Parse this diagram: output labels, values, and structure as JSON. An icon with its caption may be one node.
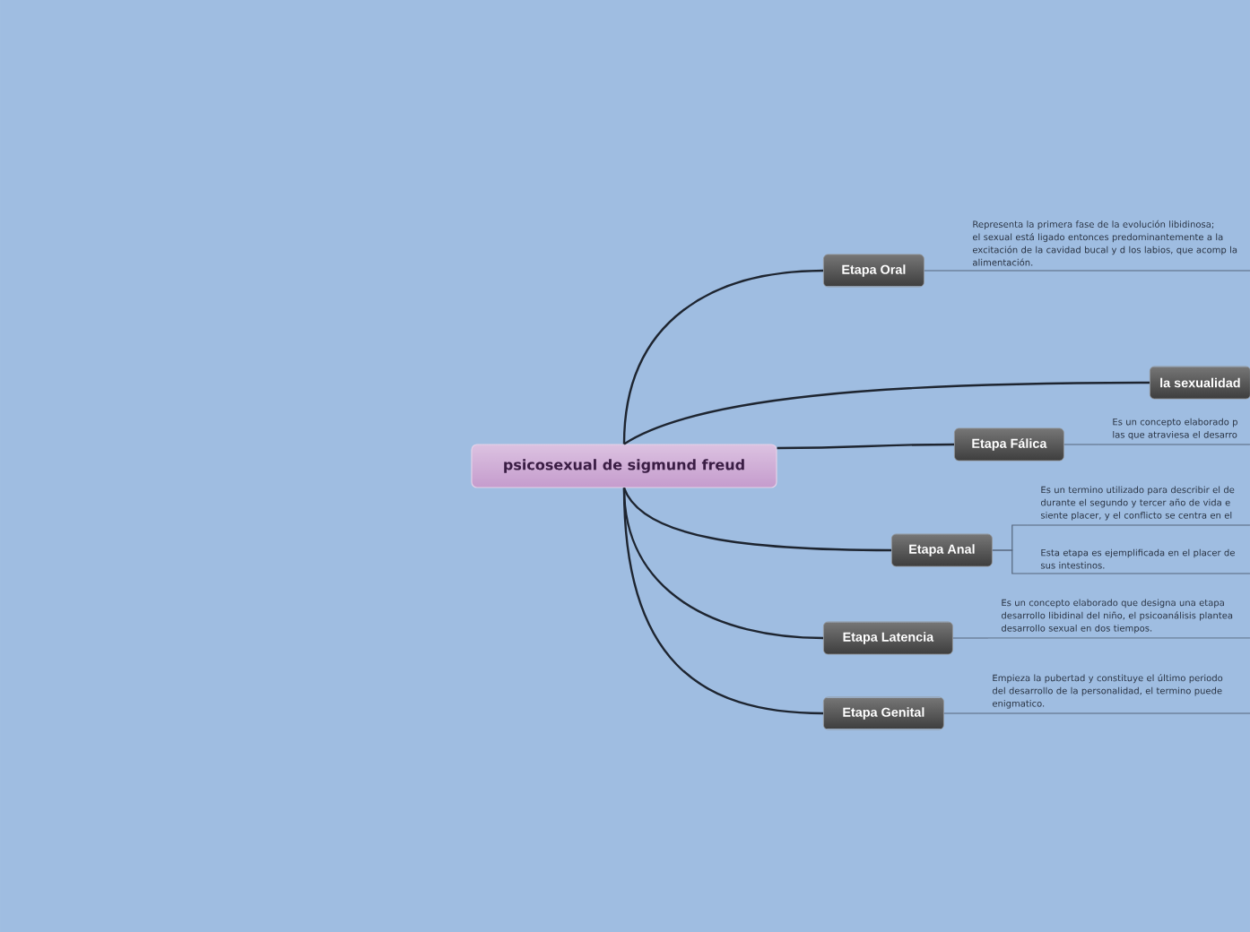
{
  "diagram": {
    "nodes": [
      {
        "text": [
          "psicosexual de sigmund freud"
        ]
      },
      {
        "text": [
          "Etapa Oral"
        ]
      },
      {
        "text": [
          "Representa la primera fase de la evolución libidinosa; el sexual está ligado entonces predominantemente a la excitación de la cavidad bucal y d los labios, que acomp la alimentación."
        ]
      },
      {
        "text": [
          "la sexualidad"
        ]
      },
      {
        "text": [
          "Etapa Fálica"
        ]
      },
      {
        "text": [
          "Es un concepto elaborado p las que atraviesa el desarro"
        ]
      },
      {
        "text": [
          "Etapa Anal"
        ]
      },
      {
        "text": [
          "Es un termino utilizado para describir el de durante el segundo y tercer año de vida e siente placer, y el conflicto se centra en el"
        ]
      },
      {
        "text": [
          "Esta etapa es ejemplificada en el placer de sus intestinos."
        ]
      },
      {
        "text": [
          "Etapa Latencia"
        ]
      },
      {
        "text": [
          "Es un concepto elaborado que designa una etapa desarrollo libidinal del niño, el psicoanálisis plantea desarrollo sexual en dos tiempos."
        ]
      },
      {
        "text": [
          "Etapa Genital"
        ]
      },
      {
        "text": [
          "Empieza la pubertad y constituye el último periodo del desarrollo de la personalidad, el termino puede enigmatico."
        ]
      }
    ],
    "edges": [
      {
        "from": 0,
        "to": 1,
        "arrow": "none",
        "color": "#1e2530"
      },
      {
        "from": 1,
        "to": 2,
        "arrow": "none"
      },
      {
        "from": 0,
        "to": 3,
        "arrow": "none",
        "color": "#1e2530"
      },
      {
        "from": 0,
        "to": 4,
        "arrow": "none",
        "color": "#1e2530"
      },
      {
        "from": 4,
        "to": 5,
        "arrow": "none"
      },
      {
        "from": 0,
        "to": 6,
        "arrow": "none",
        "color": "#1e2530"
      },
      {
        "from": 6,
        "to": 7,
        "arrow": "none"
      },
      {
        "from": 6,
        "to": 8,
        "arrow": "none"
      },
      {
        "from": 0,
        "to": 9,
        "arrow": "none",
        "color": "#1e2530"
      },
      {
        "from": 9,
        "to": 10,
        "arrow": "none"
      },
      {
        "from": 0,
        "to": 11,
        "arrow": "none",
        "color": "#1e2530"
      },
      {
        "from": 11,
        "to": 12,
        "arrow": "none"
      }
    ]
  }
}
